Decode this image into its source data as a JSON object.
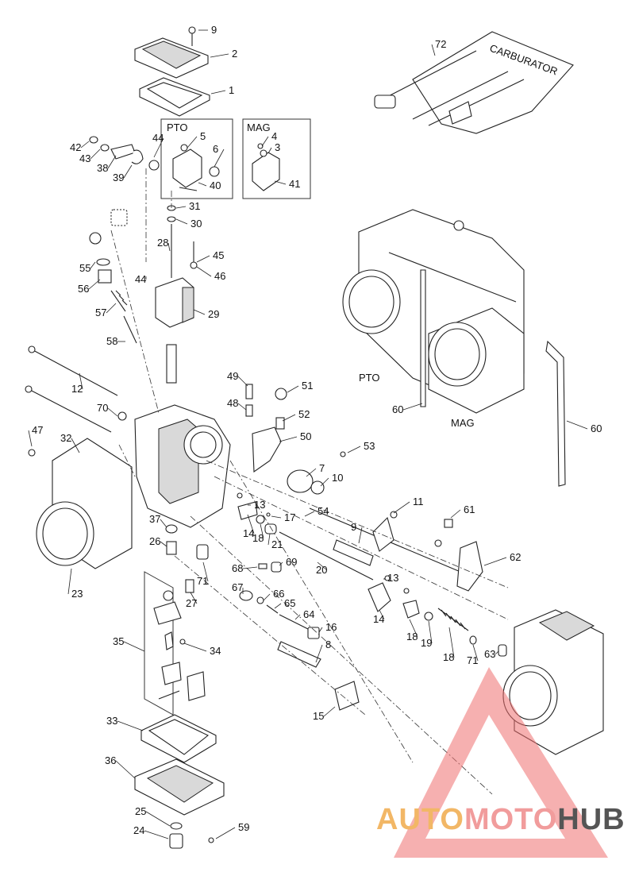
{
  "box_labels": {
    "pto": "PTO",
    "mag": "MAG"
  },
  "assembly_labels": {
    "pto": "PTO",
    "mag": "MAG"
  },
  "tool_text": "CARBURATOR",
  "watermark": {
    "part1": "AUTO",
    "part2": "MOTO",
    "part3": "HUB",
    "color_accent": "#f2b766",
    "color_mid": "#f19c9c",
    "color_dark": "#555555",
    "triangle_color": "#ef6f6f"
  },
  "callouts": [
    "9",
    "2",
    "1",
    "72",
    "5",
    "6",
    "40",
    "4",
    "3",
    "41",
    "42",
    "43",
    "38",
    "39",
    "44",
    "31",
    "30",
    "28",
    "45",
    "46",
    "55",
    "56",
    "44",
    "29",
    "57",
    "58",
    "12",
    "70",
    "49",
    "48",
    "51",
    "52",
    "50",
    "53",
    "47",
    "32",
    "7",
    "10",
    "54",
    "11",
    "61",
    "13",
    "14",
    "17",
    "18",
    "21",
    "9",
    "37",
    "26",
    "62",
    "68",
    "69",
    "20",
    "71",
    "13",
    "23",
    "27",
    "67",
    "66",
    "65",
    "64",
    "16",
    "14",
    "18",
    "19",
    "18",
    "71",
    "63",
    "8",
    "35",
    "34",
    "15",
    "33",
    "36",
    "25",
    "24",
    "59",
    "60",
    "60"
  ]
}
